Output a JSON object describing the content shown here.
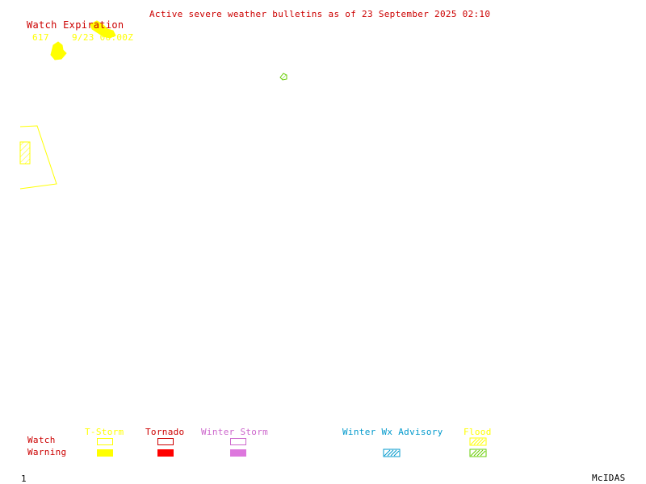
{
  "header": {
    "title": "Active severe weather bulletins as of 23 September 2025 02:10",
    "title_color": "#cc0000"
  },
  "watch_expiration": {
    "heading": "Watch Expiration",
    "heading_color": "#cc0000",
    "entries": [
      {
        "number": "617",
        "expires": "9/23 06:00Z",
        "color": "#ffff00"
      }
    ]
  },
  "legend": {
    "row_labels": {
      "watch": "Watch",
      "warning": "Warning",
      "color": "#cc0000"
    },
    "categories": [
      {
        "name": "T-Storm",
        "color": "#ffff00",
        "watch": "outline",
        "warning": "filled"
      },
      {
        "name": "Tornado",
        "color": "#ff0000",
        "watch": "outline",
        "warning": "filled"
      },
      {
        "name": "Winter Storm",
        "color": "#cc66cc",
        "watch": "outline",
        "warning": "filled"
      },
      {
        "name": "Winter Wx Advisory",
        "color": "#0099cc",
        "watch": "none",
        "warning": "hatched"
      },
      {
        "name": "Flood",
        "color": "#ffff00",
        "watch": "hatched",
        "warning": "hatched",
        "warning_color": "#66cc00"
      }
    ]
  },
  "footer": {
    "frame_number": "1",
    "brand": "McIDAS"
  }
}
